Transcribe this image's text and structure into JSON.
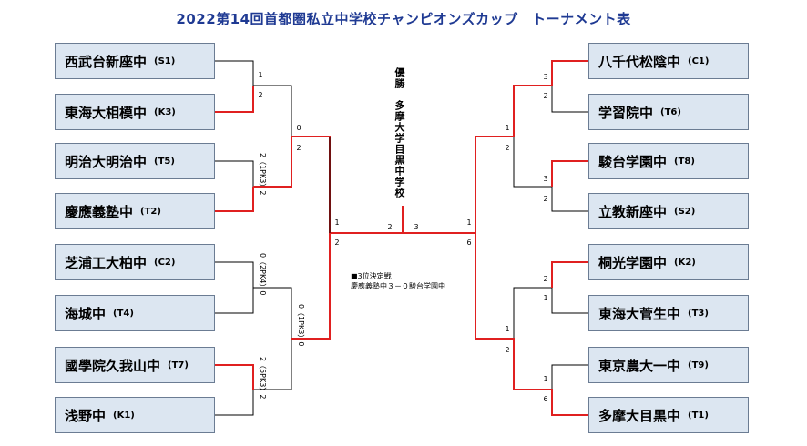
{
  "title": "2022第14回首都圏私立中学校チャンピオンズカップ　トーナメント表",
  "champion": {
    "label": "優勝",
    "team": "多摩大学目黒中学校"
  },
  "left_teams": [
    {
      "name": "西武台新座中",
      "code": "(S1)"
    },
    {
      "name": "東海大相模中",
      "code": "(K3)"
    },
    {
      "name": "明治大明治中",
      "code": "(T5)"
    },
    {
      "name": "慶應義塾中",
      "code": "(T2)"
    },
    {
      "name": "芝浦工大柏中",
      "code": "(C2)"
    },
    {
      "name": "海城中",
      "code": "(T4)"
    },
    {
      "name": "國學院久我山中",
      "code": "(T7)"
    },
    {
      "name": "浅野中",
      "code": "(K1)"
    }
  ],
  "right_teams": [
    {
      "name": "八千代松陰中",
      "code": "(C1)"
    },
    {
      "name": "学習院中",
      "code": "(T6)"
    },
    {
      "name": "駿台学園中",
      "code": "(T8)"
    },
    {
      "name": "立教新座中",
      "code": "(S2)"
    },
    {
      "name": "桐光学園中",
      "code": "(K2)"
    },
    {
      "name": "東海大菅生中",
      "code": "(T3)"
    },
    {
      "name": "東京農大一中",
      "code": "(T9)"
    },
    {
      "name": "多摩大目黒中",
      "code": "(T1)"
    }
  ],
  "scores": {
    "l_r1_1a": "1",
    "l_r1_1b": "2",
    "l_r1_2a": "2（1PK3）2",
    "l_r1_2b": "",
    "l_r1_3a": "0（2PK4）0",
    "l_r1_4a": "2（5PK3）2",
    "l_r2_1a": "0",
    "l_r2_1b": "2",
    "l_r2_2a": "0（1PK3）0",
    "l_r3a": "1",
    "l_r3b": "2",
    "final_l": "2",
    "final_r": "3",
    "r_r3a": "1",
    "r_r3b": "6",
    "r_r2_1a": "1",
    "r_r2_1b": "2",
    "r_r2_2a": "1",
    "r_r2_2b": "2",
    "r_r1_1a": "3",
    "r_r1_1b": "2",
    "r_r1_2a": "3",
    "r_r1_2b": "2",
    "r_r1_3a": "2",
    "r_r1_3b": "1",
    "r_r1_4a": "1",
    "r_r1_4b": "6"
  },
  "third_place": {
    "heading": "■3位決定戦",
    "result": "慶應義塾中３－０駿台学園中"
  },
  "colors": {
    "win_line": "#e02020",
    "line": "#000000",
    "box": "#dce6f1",
    "title": "#1f3a93"
  }
}
